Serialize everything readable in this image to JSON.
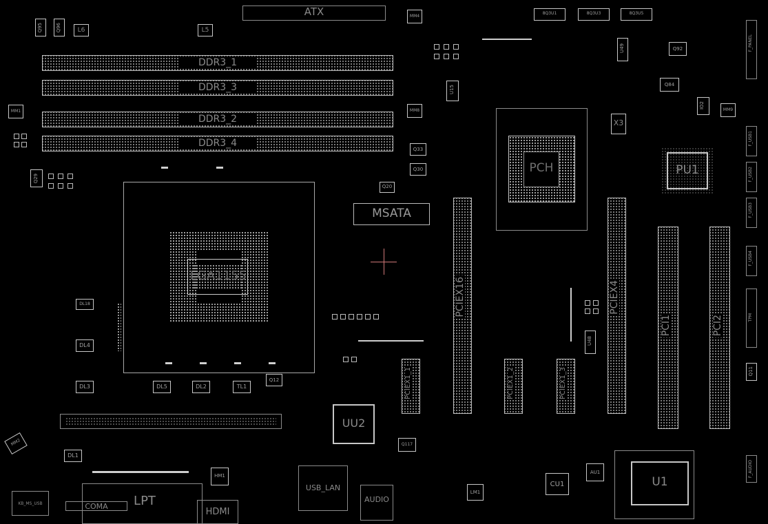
{
  "board": {
    "atx": "ATX",
    "ddr": [
      "DDR3_1",
      "DDR3_3",
      "DDR3_2",
      "DDR3_4"
    ],
    "cpu_socket": "LGA1155",
    "pch": "PCH",
    "msata": "MSATA",
    "pciex16": "PCIEX16",
    "pciex4": "PCIEX4",
    "pciex1": [
      "PCIEX1_1",
      "PCIEX1_2",
      "PCIEX1_3"
    ],
    "pci": [
      "PCI1",
      "PCI2"
    ],
    "pu1": "PU1",
    "uu2": "UU2",
    "u1": "U1",
    "cu1": "CU1",
    "au1": "AU1",
    "lm1": "LM1",
    "hm1": "HM1",
    "lpt": "LPT",
    "coma": "COMA",
    "hdmi": "HDMI",
    "usb_lan": "USB_LAN",
    "audio": "AUDIO",
    "kb_ms_usb": "KB_MS_USB",
    "x3": "X3",
    "u48": "U48",
    "q20": "Q20",
    "q33": "Q33",
    "q30": "Q30",
    "q92": "Q92",
    "q84": "Q84",
    "q12": "Q12",
    "q29": "Q29",
    "q95": "Q95",
    "q96": "Q96",
    "q11": "Q11",
    "l6": "L6",
    "l5": "L5",
    "u15": "U15",
    "u49": "U49",
    "dl": [
      "DL18",
      "DL4",
      "DL3",
      "DL5",
      "DL2",
      "TL1",
      "DL1"
    ],
    "top_chips": [
      "8Q3U1",
      "8Q3U3",
      "8Q3U5"
    ],
    "right_headers": [
      "F_PANEL",
      "F_USB1",
      "F_USB2",
      "F_USB3",
      "F_USB4",
      "TPM",
      "F_AUDIO"
    ],
    "mm": [
      "MM1",
      "MM4",
      "MM8",
      "MM9",
      "MM2"
    ],
    "q117": "Q117",
    "io2": "IO2"
  }
}
